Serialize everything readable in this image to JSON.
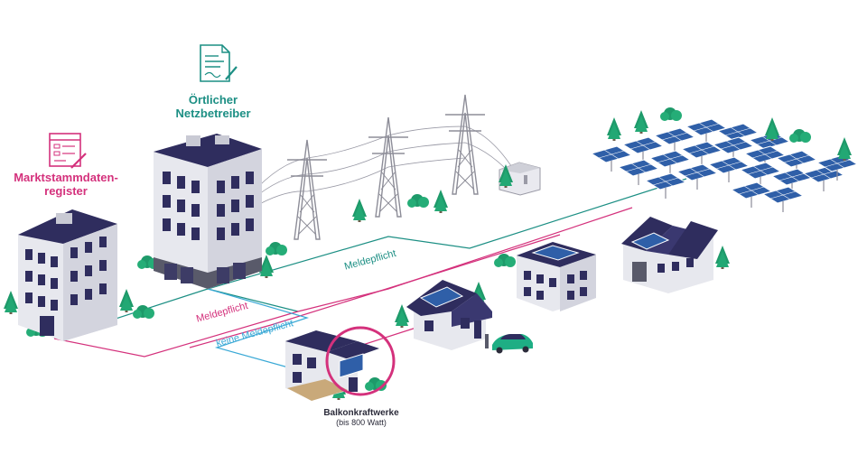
{
  "labels": {
    "netzbetreiber": {
      "line1": "Örtlicher",
      "line2": "Netzbetreiber"
    },
    "register": {
      "line1": "Marktstammdaten-",
      "line2": "register"
    },
    "balkon": {
      "line1": "Balkonkraftwerke",
      "line2": "(bis 800 Watt)"
    }
  },
  "lines": {
    "meldepflicht_top": "Meldepflicht",
    "meldepflicht_bottom": "Meldepflicht",
    "keine_meldepflicht": "keine Meldepflicht"
  },
  "colors": {
    "teal": "#1c8f84",
    "pink": "#d4317c",
    "blue_line": "#3aa9d6",
    "panel": "#2f5fa8",
    "roof": "#2f2d5e",
    "tree": "#1e9a6a"
  },
  "icons": [
    "document-signature-icon",
    "form-pen-icon"
  ]
}
